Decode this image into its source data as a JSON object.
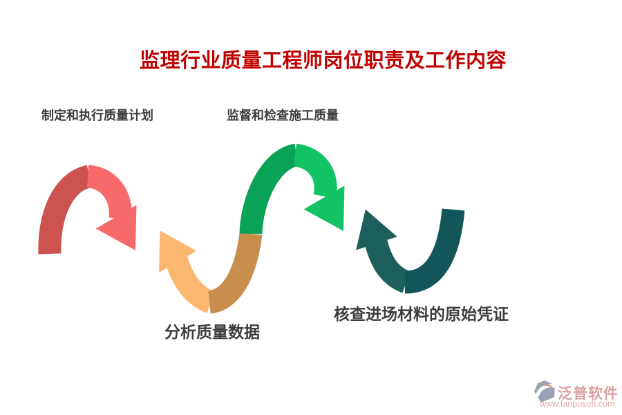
{
  "title": {
    "text": "监理行业质量工程师岗位职责及工作内容",
    "color": "#c00000"
  },
  "diagram": {
    "type": "wave-arrow-process",
    "background": "#ffffff",
    "label_color": "#3d3d3d",
    "steps": [
      {
        "id": 1,
        "label": "制定和执行质量计划",
        "shape": "arch-with-down-arrow",
        "color_main": "#cd5350",
        "color_light": "#f76a6b"
      },
      {
        "id": 2,
        "label": "监督和检查施工质量",
        "shape": "arch-with-down-arrow",
        "color_main": "#0aa254",
        "color_light": "#12c363"
      },
      {
        "id": 3,
        "label": "分析质量数据",
        "shape": "valley-with-up-arrow",
        "color_main": "#c88e4e",
        "color_light": "#fbb670"
      },
      {
        "id": 4,
        "label": "核查进场材料的原始凭证",
        "shape": "valley-with-up-arrow",
        "color_main": "#13565a",
        "color_light": "#1c5f5b"
      }
    ]
  },
  "watermark": {
    "brand": "泛普软件",
    "url": "www.fanpusoft.com",
    "text_color": "#d9a0a0",
    "icon_color": "#9aa3b5",
    "icon_accent": "#dc8f7f"
  }
}
